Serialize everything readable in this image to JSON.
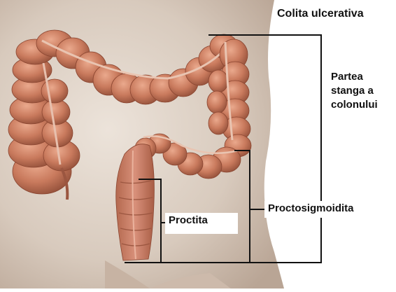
{
  "title": "Colita ulcerativa",
  "labels": {
    "left_colon_line1": "Partea",
    "left_colon_line2": "stanga a",
    "left_colon_line3": "colonului",
    "proctosigmoidita": "Proctosigmoidita",
    "proctita": "Proctita"
  },
  "colors": {
    "background_skin": "#d6c8bb",
    "colon_base": "#c87a5e",
    "colon_highlight": "#e3a287",
    "colon_shadow": "#8e4b36",
    "callout_line": "#111111"
  }
}
